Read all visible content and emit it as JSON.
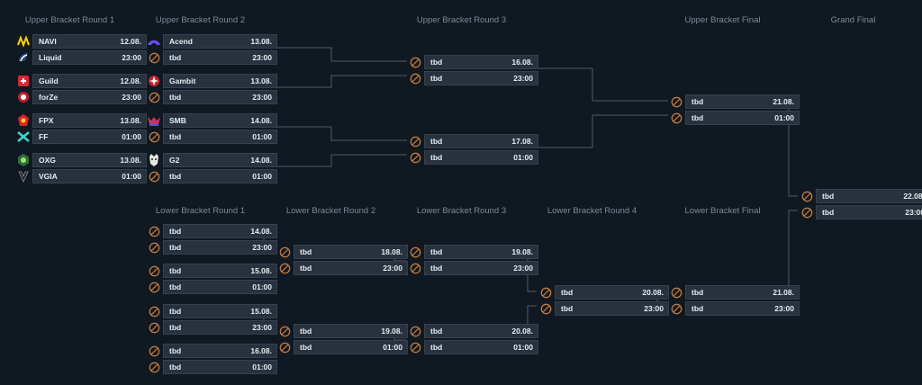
{
  "rounds": [
    {
      "id": "ub1",
      "title": "Upper Bracket Round 1"
    },
    {
      "id": "ub2",
      "title": "Upper Bracket Round 2"
    },
    {
      "id": "ub3",
      "title": "Upper Bracket Round 3"
    },
    {
      "id": "ubf",
      "title": "Upper Bracket Final"
    },
    {
      "id": "gf",
      "title": "Grand Final"
    },
    {
      "id": "lb1",
      "title": "Lower Bracket Round 1"
    },
    {
      "id": "lb2",
      "title": "Lower Bracket Round 2"
    },
    {
      "id": "lb3",
      "title": "Lower Bracket Round 3"
    },
    {
      "id": "lb4",
      "title": "Lower Bracket Round 4"
    },
    {
      "id": "lbf",
      "title": "Lower Bracket Final"
    }
  ],
  "matches": [
    {
      "round": "ub1",
      "teams": [
        {
          "name": "NAVI",
          "logo": "navi-logo-icon"
        },
        {
          "name": "Liquid",
          "logo": "liquid-logo-icon"
        }
      ],
      "date": "12.08.",
      "time": "23:00"
    },
    {
      "round": "ub1",
      "teams": [
        {
          "name": "Guild",
          "logo": "guild-logo-icon"
        },
        {
          "name": "forZe",
          "logo": "forze-logo-icon"
        }
      ],
      "date": "12.08.",
      "time": "23:00"
    },
    {
      "round": "ub1",
      "teams": [
        {
          "name": "FPX",
          "logo": "fpx-logo-icon"
        },
        {
          "name": "FF",
          "logo": "ff-logo-icon"
        }
      ],
      "date": "13.08.",
      "time": "01:00"
    },
    {
      "round": "ub1",
      "teams": [
        {
          "name": "OXG",
          "logo": "oxg-logo-icon"
        },
        {
          "name": "VGIA",
          "logo": "vgia-logo-icon"
        }
      ],
      "date": "13.08.",
      "time": "01:00"
    },
    {
      "round": "ub2",
      "teams": [
        {
          "name": "Acend",
          "logo": "acend-logo-icon"
        },
        {
          "name": "tbd",
          "logo": "tbd-icon"
        }
      ],
      "date": "13.08.",
      "time": "23:00"
    },
    {
      "round": "ub2",
      "teams": [
        {
          "name": "Gambit",
          "logo": "gambit-logo-icon"
        },
        {
          "name": "tbd",
          "logo": "tbd-icon"
        }
      ],
      "date": "13.08.",
      "time": "23:00"
    },
    {
      "round": "ub2",
      "teams": [
        {
          "name": "SMB",
          "logo": "smb-logo-icon"
        },
        {
          "name": "tbd",
          "logo": "tbd-icon"
        }
      ],
      "date": "14.08.",
      "time": "01:00"
    },
    {
      "round": "ub2",
      "teams": [
        {
          "name": "G2",
          "logo": "g2-logo-icon"
        },
        {
          "name": "tbd",
          "logo": "tbd-icon"
        }
      ],
      "date": "14.08.",
      "time": "01:00"
    },
    {
      "round": "ub3",
      "teams": [
        {
          "name": "tbd",
          "logo": "tbd-icon"
        },
        {
          "name": "tbd",
          "logo": "tbd-icon"
        }
      ],
      "date": "16.08.",
      "time": "23:00"
    },
    {
      "round": "ub3",
      "teams": [
        {
          "name": "tbd",
          "logo": "tbd-icon"
        },
        {
          "name": "tbd",
          "logo": "tbd-icon"
        }
      ],
      "date": "17.08.",
      "time": "01:00"
    },
    {
      "round": "ubf",
      "teams": [
        {
          "name": "tbd",
          "logo": "tbd-icon"
        },
        {
          "name": "tbd",
          "logo": "tbd-icon"
        }
      ],
      "date": "21.08.",
      "time": "01:00"
    },
    {
      "round": "gf",
      "teams": [
        {
          "name": "tbd",
          "logo": "tbd-icon"
        },
        {
          "name": "tbd",
          "logo": "tbd-icon"
        }
      ],
      "date": "22.08.",
      "time": "23:00"
    },
    {
      "round": "lb1",
      "teams": [
        {
          "name": "tbd",
          "logo": "tbd-icon"
        },
        {
          "name": "tbd",
          "logo": "tbd-icon"
        }
      ],
      "date": "14.08.",
      "time": "23:00"
    },
    {
      "round": "lb1",
      "teams": [
        {
          "name": "tbd",
          "logo": "tbd-icon"
        },
        {
          "name": "tbd",
          "logo": "tbd-icon"
        }
      ],
      "date": "15.08.",
      "time": "01:00"
    },
    {
      "round": "lb1",
      "teams": [
        {
          "name": "tbd",
          "logo": "tbd-icon"
        },
        {
          "name": "tbd",
          "logo": "tbd-icon"
        }
      ],
      "date": "15.08.",
      "time": "23:00"
    },
    {
      "round": "lb1",
      "teams": [
        {
          "name": "tbd",
          "logo": "tbd-icon"
        },
        {
          "name": "tbd",
          "logo": "tbd-icon"
        }
      ],
      "date": "16.08.",
      "time": "01:00"
    },
    {
      "round": "lb2",
      "teams": [
        {
          "name": "tbd",
          "logo": "tbd-icon"
        },
        {
          "name": "tbd",
          "logo": "tbd-icon"
        }
      ],
      "date": "18.08.",
      "time": "23:00"
    },
    {
      "round": "lb2",
      "teams": [
        {
          "name": "tbd",
          "logo": "tbd-icon"
        },
        {
          "name": "tbd",
          "logo": "tbd-icon"
        }
      ],
      "date": "19.08.",
      "time": "01:00"
    },
    {
      "round": "lb3",
      "teams": [
        {
          "name": "tbd",
          "logo": "tbd-icon"
        },
        {
          "name": "tbd",
          "logo": "tbd-icon"
        }
      ],
      "date": "19.08.",
      "time": "23:00"
    },
    {
      "round": "lb3",
      "teams": [
        {
          "name": "tbd",
          "logo": "tbd-icon"
        },
        {
          "name": "tbd",
          "logo": "tbd-icon"
        }
      ],
      "date": "20.08.",
      "time": "01:00"
    },
    {
      "round": "lb4",
      "teams": [
        {
          "name": "tbd",
          "logo": "tbd-icon"
        },
        {
          "name": "tbd",
          "logo": "tbd-icon"
        }
      ],
      "date": "20.08.",
      "time": "23:00"
    },
    {
      "round": "lbf",
      "teams": [
        {
          "name": "tbd",
          "logo": "tbd-icon"
        },
        {
          "name": "tbd",
          "logo": "tbd-icon"
        }
      ],
      "date": "21.08.",
      "time": "23:00"
    }
  ],
  "colors": {
    "background": "#101821",
    "slot": "#27323e",
    "slot_border": "#36414c",
    "text": "#e6ebf0",
    "title": "#7d8a96",
    "connector": "#4f5b66",
    "tbd_icon": "#c0793f"
  }
}
